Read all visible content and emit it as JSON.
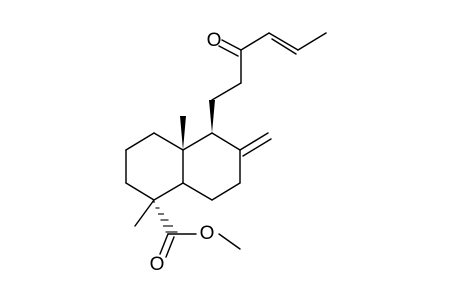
{
  "structure": {
    "atom_labels": {
      "ketone_oxygen": "O",
      "ester_ether_oxygen": "O",
      "ester_carbonyl_oxygen": "O"
    }
  }
}
